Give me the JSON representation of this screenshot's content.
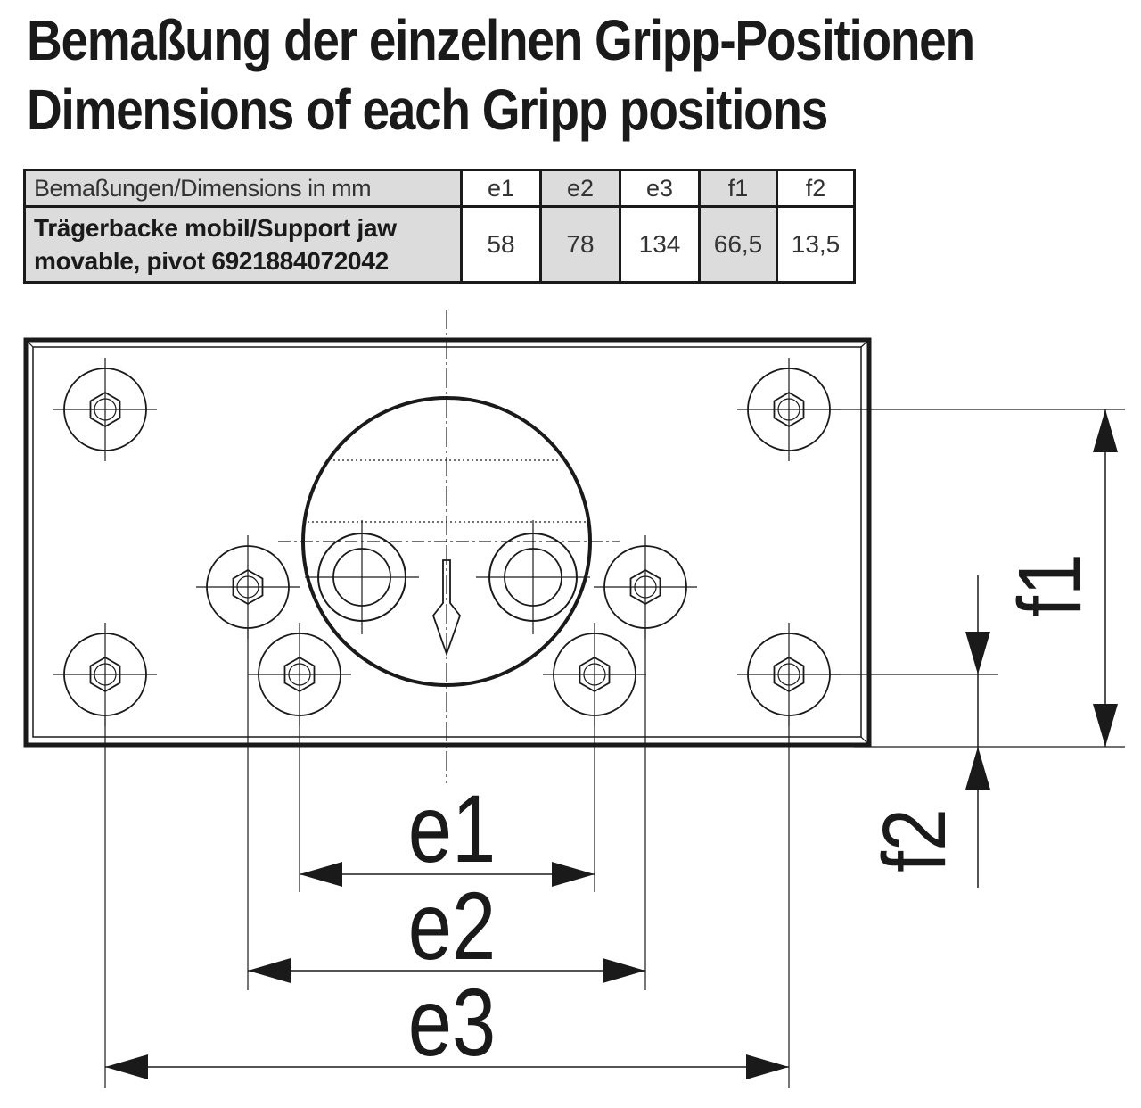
{
  "title": {
    "de": "Bemaßung der einzelnen Gripp-Positionen",
    "en": "Dimensions of each Gripp positions"
  },
  "table": {
    "header_label": "Bemaßungen/Dimensions in mm",
    "columns": [
      "e1",
      "e2",
      "e3",
      "f1",
      "f2"
    ],
    "row": {
      "label_line1": "Trägerbacke mobil/Support jaw",
      "label_line2": "movable, pivot  6921884072042",
      "values": [
        "58",
        "78",
        "134",
        "66,5",
        "13,5"
      ]
    }
  },
  "drawing": {
    "dim_labels": {
      "e1": "e1",
      "e2": "e2",
      "e3": "e3",
      "f1": "f1",
      "f2": "f2"
    }
  },
  "colors": {
    "line": "#1a1a1a",
    "table_shade": "#dcdcdc"
  }
}
